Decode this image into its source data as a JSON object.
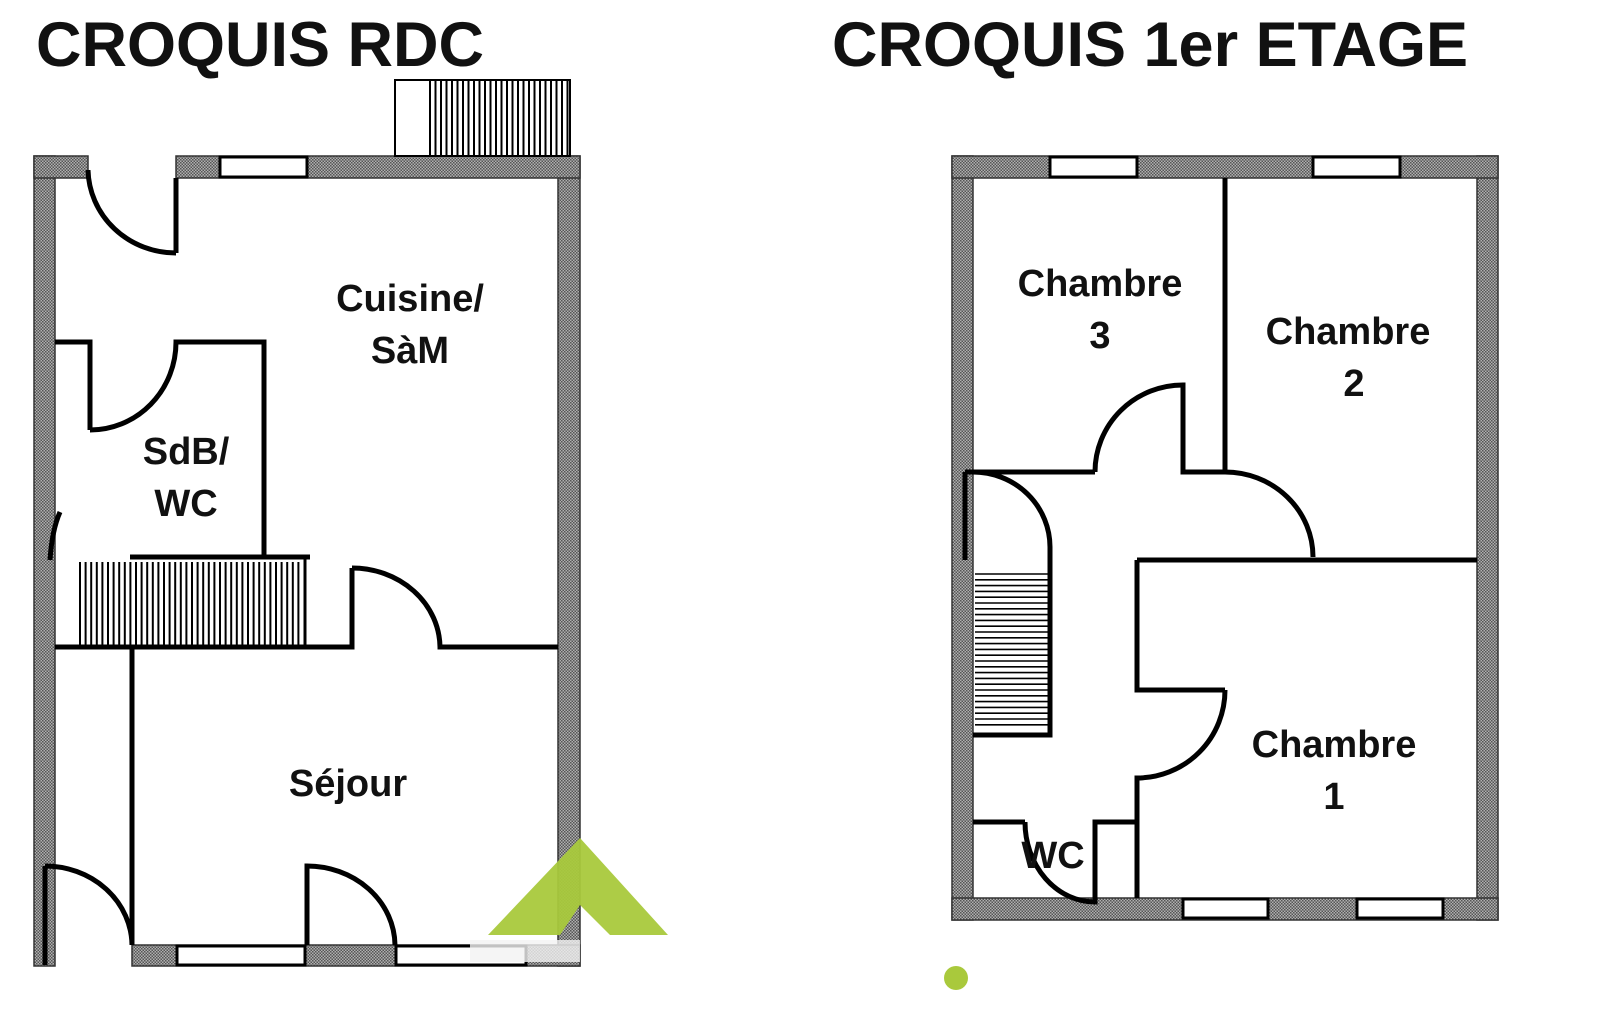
{
  "titles": {
    "ground": "CROQUIS RDC",
    "first": "CROQUIS 1er ETAGE"
  },
  "ground_floor": {
    "rooms": [
      {
        "line1": "Cuisine/",
        "line2": "SàM"
      },
      {
        "line1": "SdB/",
        "line2": "WC"
      },
      {
        "line1": "Séjour"
      }
    ]
  },
  "first_floor": {
    "rooms": [
      {
        "line1": "Chambre",
        "line2": "3"
      },
      {
        "line1": "Chambre",
        "line2": "2"
      },
      {
        "line1": "Chambre",
        "line2": "1"
      },
      {
        "line1": "WC"
      }
    ]
  },
  "colors": {
    "wall": "#8a8a8a",
    "logo_green": "#a9c93c"
  }
}
